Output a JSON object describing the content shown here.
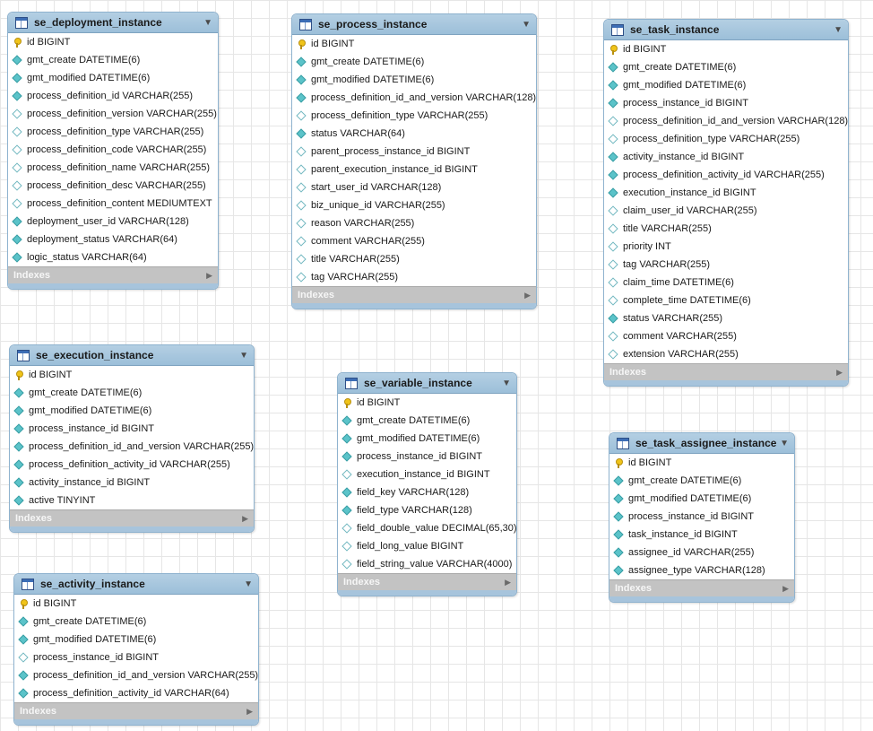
{
  "tables": [
    {
      "name": "se_deployment_instance",
      "columns": [
        {
          "icon": "primary-key-icon",
          "text": "id BIGINT"
        },
        {
          "icon": "not-null-column-icon",
          "text": "gmt_create DATETIME(6)"
        },
        {
          "icon": "not-null-column-icon",
          "text": "gmt_modified DATETIME(6)"
        },
        {
          "icon": "not-null-column-icon",
          "text": "process_definition_id VARCHAR(255)"
        },
        {
          "icon": "nullable-column-icon",
          "text": "process_definition_version VARCHAR(255)"
        },
        {
          "icon": "nullable-column-icon",
          "text": "process_definition_type VARCHAR(255)"
        },
        {
          "icon": "nullable-column-icon",
          "text": "process_definition_code VARCHAR(255)"
        },
        {
          "icon": "nullable-column-icon",
          "text": "process_definition_name VARCHAR(255)"
        },
        {
          "icon": "nullable-column-icon",
          "text": "process_definition_desc VARCHAR(255)"
        },
        {
          "icon": "nullable-column-icon",
          "text": "process_definition_content MEDIUMTEXT"
        },
        {
          "icon": "not-null-column-icon",
          "text": "deployment_user_id VARCHAR(128)"
        },
        {
          "icon": "not-null-column-icon",
          "text": "deployment_status VARCHAR(64)"
        },
        {
          "icon": "not-null-column-icon",
          "text": "logic_status VARCHAR(64)"
        }
      ],
      "footer": "Indexes"
    },
    {
      "name": "se_process_instance",
      "columns": [
        {
          "icon": "primary-key-icon",
          "text": "id BIGINT"
        },
        {
          "icon": "not-null-column-icon",
          "text": "gmt_create DATETIME(6)"
        },
        {
          "icon": "not-null-column-icon",
          "text": "gmt_modified DATETIME(6)"
        },
        {
          "icon": "not-null-column-icon",
          "text": "process_definition_id_and_version VARCHAR(128)"
        },
        {
          "icon": "nullable-column-icon",
          "text": "process_definition_type VARCHAR(255)"
        },
        {
          "icon": "not-null-column-icon",
          "text": "status VARCHAR(64)"
        },
        {
          "icon": "nullable-column-icon",
          "text": "parent_process_instance_id BIGINT"
        },
        {
          "icon": "nullable-column-icon",
          "text": "parent_execution_instance_id BIGINT"
        },
        {
          "icon": "nullable-column-icon",
          "text": "start_user_id VARCHAR(128)"
        },
        {
          "icon": "nullable-column-icon",
          "text": "biz_unique_id VARCHAR(255)"
        },
        {
          "icon": "nullable-column-icon",
          "text": "reason VARCHAR(255)"
        },
        {
          "icon": "nullable-column-icon",
          "text": "comment VARCHAR(255)"
        },
        {
          "icon": "nullable-column-icon",
          "text": "title VARCHAR(255)"
        },
        {
          "icon": "nullable-column-icon",
          "text": "tag VARCHAR(255)"
        }
      ],
      "footer": "Indexes"
    },
    {
      "name": "se_task_instance",
      "columns": [
        {
          "icon": "primary-key-icon",
          "text": "id BIGINT"
        },
        {
          "icon": "not-null-column-icon",
          "text": "gmt_create DATETIME(6)"
        },
        {
          "icon": "not-null-column-icon",
          "text": "gmt_modified DATETIME(6)"
        },
        {
          "icon": "not-null-column-icon",
          "text": "process_instance_id BIGINT"
        },
        {
          "icon": "nullable-column-icon",
          "text": "process_definition_id_and_version VARCHAR(128)"
        },
        {
          "icon": "nullable-column-icon",
          "text": "process_definition_type VARCHAR(255)"
        },
        {
          "icon": "not-null-column-icon",
          "text": "activity_instance_id BIGINT"
        },
        {
          "icon": "not-null-column-icon",
          "text": "process_definition_activity_id VARCHAR(255)"
        },
        {
          "icon": "not-null-column-icon",
          "text": "execution_instance_id BIGINT"
        },
        {
          "icon": "nullable-column-icon",
          "text": "claim_user_id VARCHAR(255)"
        },
        {
          "icon": "nullable-column-icon",
          "text": "title VARCHAR(255)"
        },
        {
          "icon": "nullable-column-icon",
          "text": "priority INT"
        },
        {
          "icon": "nullable-column-icon",
          "text": "tag VARCHAR(255)"
        },
        {
          "icon": "nullable-column-icon",
          "text": "claim_time DATETIME(6)"
        },
        {
          "icon": "nullable-column-icon",
          "text": "complete_time DATETIME(6)"
        },
        {
          "icon": "not-null-column-icon",
          "text": "status VARCHAR(255)"
        },
        {
          "icon": "nullable-column-icon",
          "text": "comment VARCHAR(255)"
        },
        {
          "icon": "nullable-column-icon",
          "text": "extension VARCHAR(255)"
        }
      ],
      "footer": "Indexes"
    },
    {
      "name": "se_execution_instance",
      "columns": [
        {
          "icon": "primary-key-icon",
          "text": "id BIGINT"
        },
        {
          "icon": "not-null-column-icon",
          "text": "gmt_create DATETIME(6)"
        },
        {
          "icon": "not-null-column-icon",
          "text": "gmt_modified DATETIME(6)"
        },
        {
          "icon": "not-null-column-icon",
          "text": "process_instance_id BIGINT"
        },
        {
          "icon": "not-null-column-icon",
          "text": "process_definition_id_and_version VARCHAR(255)"
        },
        {
          "icon": "not-null-column-icon",
          "text": "process_definition_activity_id VARCHAR(255)"
        },
        {
          "icon": "not-null-column-icon",
          "text": "activity_instance_id BIGINT"
        },
        {
          "icon": "not-null-column-icon",
          "text": "active TINYINT"
        }
      ],
      "footer": "Indexes"
    },
    {
      "name": "se_variable_instance",
      "columns": [
        {
          "icon": "primary-key-icon",
          "text": "id BIGINT"
        },
        {
          "icon": "not-null-column-icon",
          "text": "gmt_create DATETIME(6)"
        },
        {
          "icon": "not-null-column-icon",
          "text": "gmt_modified DATETIME(6)"
        },
        {
          "icon": "not-null-column-icon",
          "text": "process_instance_id BIGINT"
        },
        {
          "icon": "nullable-column-icon",
          "text": "execution_instance_id BIGINT"
        },
        {
          "icon": "not-null-column-icon",
          "text": "field_key VARCHAR(128)"
        },
        {
          "icon": "not-null-column-icon",
          "text": "field_type VARCHAR(128)"
        },
        {
          "icon": "nullable-column-icon",
          "text": "field_double_value DECIMAL(65,30)"
        },
        {
          "icon": "nullable-column-icon",
          "text": "field_long_value BIGINT"
        },
        {
          "icon": "nullable-column-icon",
          "text": "field_string_value VARCHAR(4000)"
        }
      ],
      "footer": "Indexes"
    },
    {
      "name": "se_task_assignee_instance",
      "columns": [
        {
          "icon": "primary-key-icon",
          "text": "id BIGINT"
        },
        {
          "icon": "not-null-column-icon",
          "text": "gmt_create DATETIME(6)"
        },
        {
          "icon": "not-null-column-icon",
          "text": "gmt_modified DATETIME(6)"
        },
        {
          "icon": "not-null-column-icon",
          "text": "process_instance_id BIGINT"
        },
        {
          "icon": "not-null-column-icon",
          "text": "task_instance_id BIGINT"
        },
        {
          "icon": "not-null-column-icon",
          "text": "assignee_id VARCHAR(255)"
        },
        {
          "icon": "not-null-column-icon",
          "text": "assignee_type VARCHAR(128)"
        }
      ],
      "footer": "Indexes"
    },
    {
      "name": "se_activity_instance",
      "columns": [
        {
          "icon": "primary-key-icon",
          "text": "id BIGINT"
        },
        {
          "icon": "not-null-column-icon",
          "text": "gmt_create DATETIME(6)"
        },
        {
          "icon": "not-null-column-icon",
          "text": "gmt_modified DATETIME(6)"
        },
        {
          "icon": "nullable-column-icon",
          "text": "process_instance_id BIGINT"
        },
        {
          "icon": "not-null-column-icon",
          "text": "process_definition_id_and_version VARCHAR(255)"
        },
        {
          "icon": "not-null-column-icon",
          "text": "process_definition_activity_id VARCHAR(64)"
        }
      ],
      "footer": "Indexes"
    }
  ]
}
